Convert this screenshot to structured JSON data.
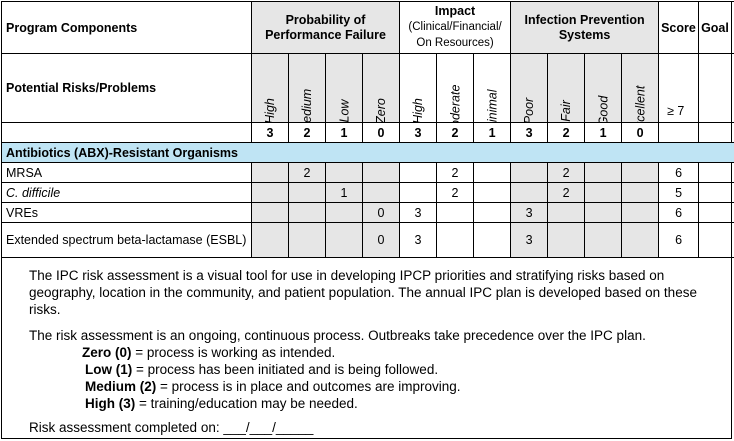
{
  "header": {
    "program_components": "Program Components",
    "probability_title": "Probability of Performance Failure",
    "impact_title": "Impact",
    "impact_sub": "(Clinical/Financial/ On Resources)",
    "infection_title": "Infection Prevention Systems",
    "score": "Score",
    "goal": "Goal",
    "potential_risks": "Potential Risks/Problems",
    "score_threshold": "≥ 7"
  },
  "columns": {
    "probability": [
      "High",
      "Medium",
      "Low",
      "Zero"
    ],
    "impact": [
      "High",
      "Moderate",
      "Minimal"
    ],
    "infection": [
      "Poor",
      "Fair",
      "Good",
      "Excellent"
    ]
  },
  "weights": {
    "probability": [
      "3",
      "2",
      "1",
      "0"
    ],
    "impact": [
      "3",
      "2",
      "1"
    ],
    "infection": [
      "3",
      "2",
      "1",
      "0"
    ]
  },
  "section_title": "Antibiotics (ABX)-Resistant Organisms",
  "rows": [
    {
      "name": "MRSA",
      "italic": false,
      "prob": [
        "",
        "2",
        "",
        ""
      ],
      "impact": [
        "",
        "2",
        ""
      ],
      "infection": [
        "",
        "2",
        "",
        ""
      ],
      "score": "6",
      "goal": ""
    },
    {
      "name": "C. difficile",
      "italic": true,
      "prob": [
        "",
        "",
        "1",
        ""
      ],
      "impact": [
        "",
        "2",
        ""
      ],
      "infection": [
        "",
        "2",
        "",
        ""
      ],
      "score": "5",
      "goal": ""
    },
    {
      "name": "VREs",
      "italic": false,
      "prob": [
        "",
        "",
        "",
        "0"
      ],
      "impact": [
        "3",
        "",
        ""
      ],
      "infection": [
        "3",
        "",
        "",
        ""
      ],
      "score": "6",
      "goal": ""
    },
    {
      "name": "Extended spectrum beta-lactamase (ESBL)",
      "italic": false,
      "prob": [
        "",
        "",
        "",
        "0"
      ],
      "impact": [
        "3",
        "",
        ""
      ],
      "infection": [
        "3",
        "",
        "",
        ""
      ],
      "score": "6",
      "goal": ""
    }
  ],
  "notes": {
    "paragraph1": "The IPC risk assessment is a visual tool for use in developing IPCP priorities and stratifying risks based on geography, location in the community, and patient population. The annual IPC plan is developed based on these risks.",
    "paragraph2": "The risk assessment is an ongoing, continuous process. Outbreaks take precedence over the IPC plan.",
    "levels": [
      {
        "term": "Zero (0)",
        "desc": " = process is working as intended."
      },
      {
        "term": "Low (1)",
        "desc": " = process has been initiated and is being followed."
      },
      {
        "term": "Medium (2)",
        "desc": " = process is in place and outcomes are improving."
      },
      {
        "term": "High (3)",
        "desc": " = training/education may be needed."
      }
    ],
    "completed_label": "Risk assessment completed on: ___/___/_____"
  }
}
